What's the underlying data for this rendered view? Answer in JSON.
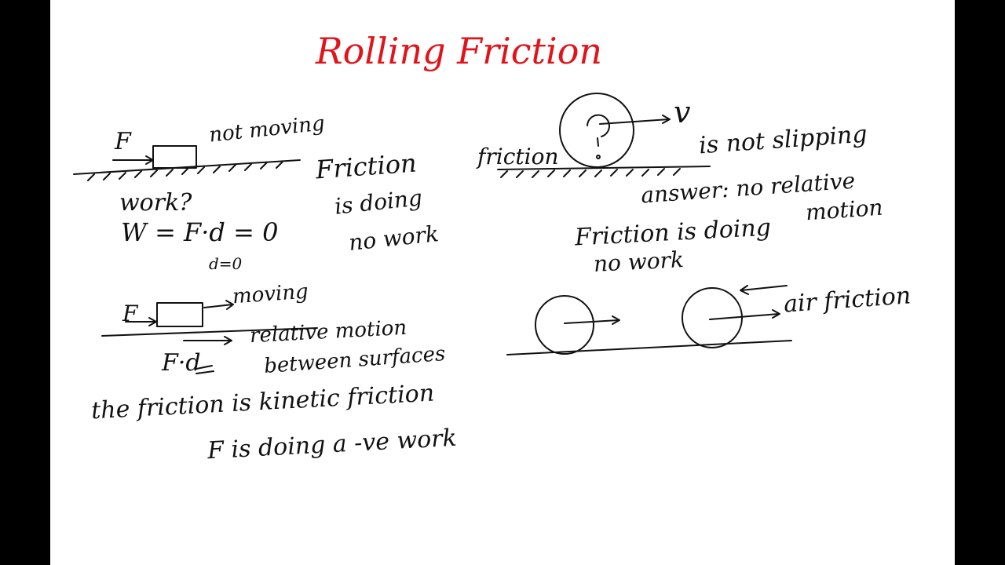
{
  "title": "Rolling Friction",
  "left": {
    "case1": {
      "force_label": "F",
      "state": "not moving",
      "friction_word": "Friction",
      "question": "work?",
      "equation": "W = F·d = 0",
      "d_zero": "d=0",
      "conclusion_1": "is doing",
      "conclusion_2": "no work"
    },
    "case2": {
      "force_label": "F",
      "state": "moving",
      "relative_1": "relative motion",
      "relative_2": "between surfaces",
      "fd": "F·d",
      "kinetic": "the friction is kinetic friction",
      "negative_work": "F is doing a -ve work"
    }
  },
  "right": {
    "rolling": {
      "velocity": "v",
      "friction_word": "friction",
      "not_slipping": "is not slipping",
      "answer_1": "answer: no relative",
      "answer_2": "motion",
      "no_work_1": "Friction is doing",
      "no_work_2": "no work"
    },
    "bottom": {
      "air_friction": "air friction"
    }
  }
}
